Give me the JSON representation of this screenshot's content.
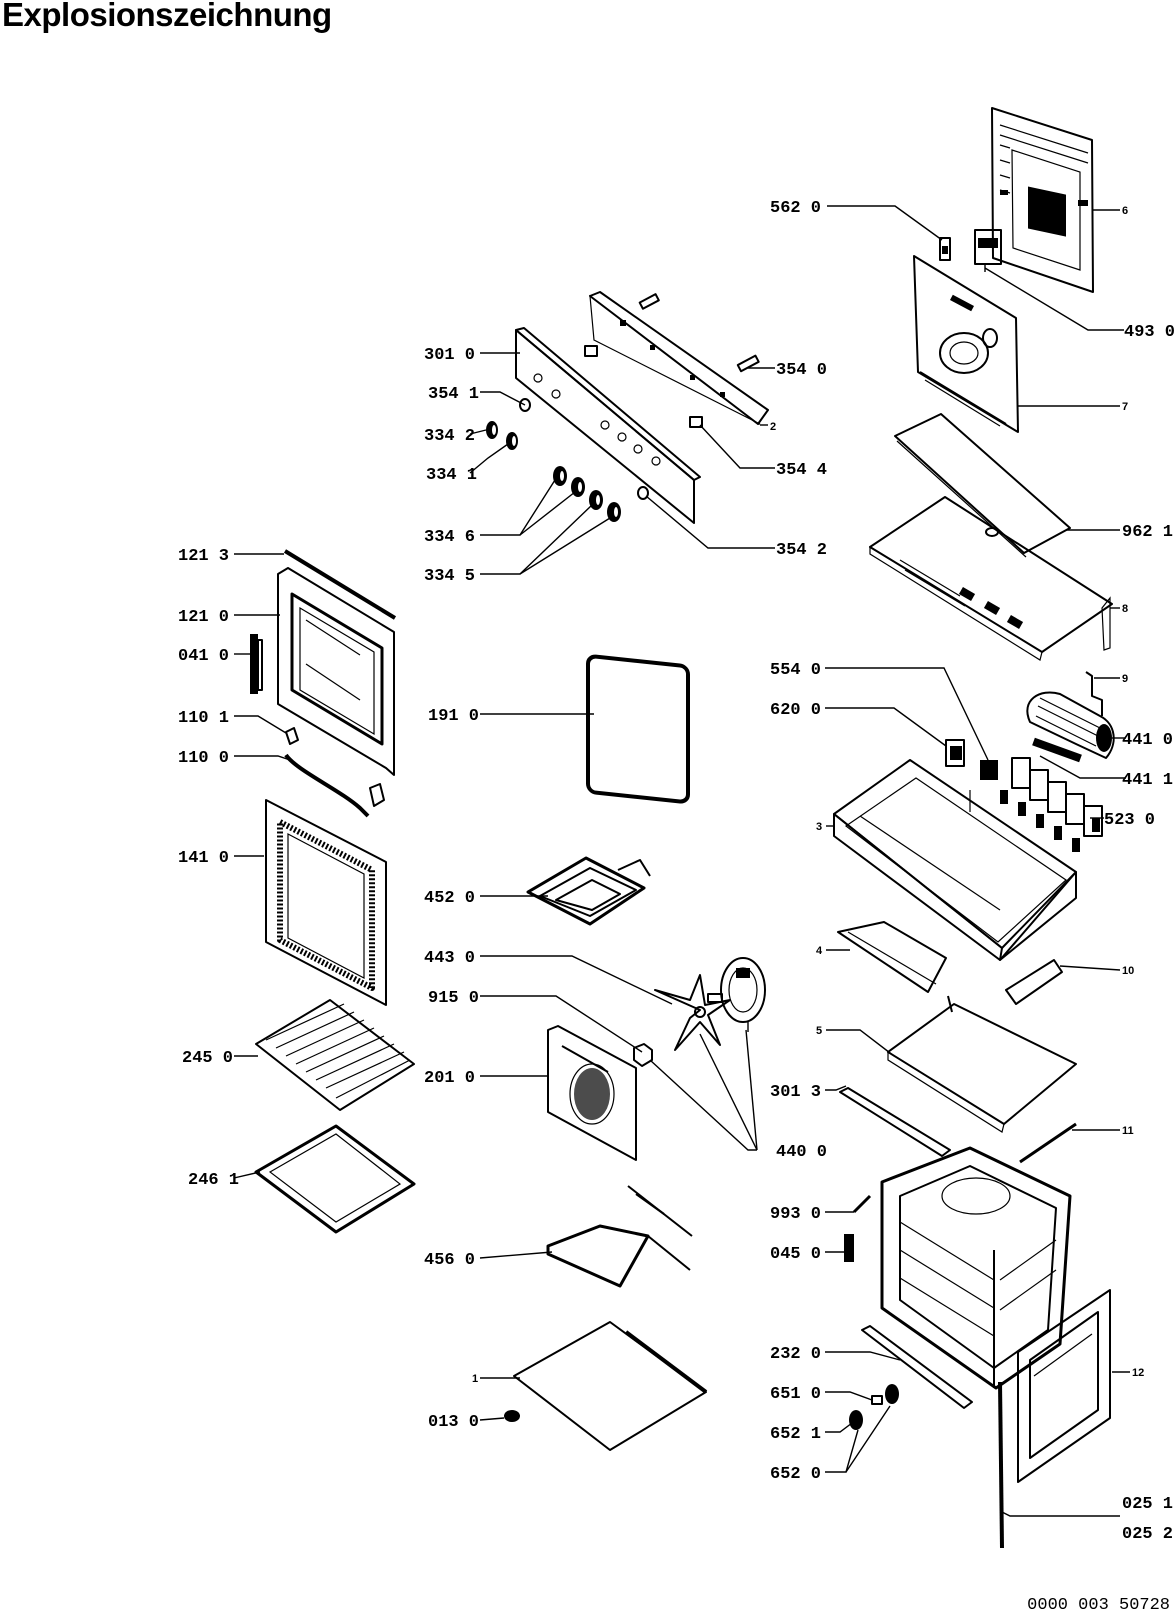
{
  "title": "Explosionszeichnung",
  "document_number": "0000 003 50728",
  "labels": [
    {
      "id": "562-0",
      "text": "562 0"
    },
    {
      "id": "493-0",
      "text": "493 0"
    },
    {
      "id": "301-0",
      "text": "301 0"
    },
    {
      "id": "354-0",
      "text": "354 0"
    },
    {
      "id": "354-1",
      "text": "354 1"
    },
    {
      "id": "334-2",
      "text": "334 2"
    },
    {
      "id": "334-1",
      "text": "334 1"
    },
    {
      "id": "354-4",
      "text": "354 4"
    },
    {
      "id": "334-6",
      "text": "334 6"
    },
    {
      "id": "334-5",
      "text": "334 5"
    },
    {
      "id": "354-2",
      "text": "354 2"
    },
    {
      "id": "962-1",
      "text": "962 1"
    },
    {
      "id": "121-3",
      "text": "121 3"
    },
    {
      "id": "121-0",
      "text": "121 0"
    },
    {
      "id": "041-0",
      "text": "041 0"
    },
    {
      "id": "110-1",
      "text": "110 1"
    },
    {
      "id": "110-0",
      "text": "110 0"
    },
    {
      "id": "191-0",
      "text": "191 0"
    },
    {
      "id": "554-0",
      "text": "554 0"
    },
    {
      "id": "620-0",
      "text": "620 0"
    },
    {
      "id": "441-0",
      "text": "441 0"
    },
    {
      "id": "441-1",
      "text": "441 1"
    },
    {
      "id": "523-0",
      "text": "523 0"
    },
    {
      "id": "141-0",
      "text": "141 0"
    },
    {
      "id": "452-0",
      "text": "452 0"
    },
    {
      "id": "443-0",
      "text": "443 0"
    },
    {
      "id": "915-0",
      "text": "915 0"
    },
    {
      "id": "245-0",
      "text": "245 0"
    },
    {
      "id": "201-0",
      "text": "201 0"
    },
    {
      "id": "301-3",
      "text": "301 3"
    },
    {
      "id": "440-0",
      "text": "440 0"
    },
    {
      "id": "246-1",
      "text": "246 1"
    },
    {
      "id": "993-0",
      "text": "993 0"
    },
    {
      "id": "045-0",
      "text": "045 0"
    },
    {
      "id": "456-0",
      "text": "456 0"
    },
    {
      "id": "232-0",
      "text": "232 0"
    },
    {
      "id": "651-0",
      "text": "651 0"
    },
    {
      "id": "652-1",
      "text": "652 1"
    },
    {
      "id": "652-0",
      "text": "652 0"
    },
    {
      "id": "013-0",
      "text": "013 0"
    },
    {
      "id": "025-1",
      "text": "025 1"
    },
    {
      "id": "025-2",
      "text": "025 2"
    }
  ],
  "small_labels": [
    {
      "id": "s6",
      "text": "6"
    },
    {
      "id": "s7",
      "text": "7"
    },
    {
      "id": "s2",
      "text": "2"
    },
    {
      "id": "s8",
      "text": "8"
    },
    {
      "id": "s9",
      "text": "9"
    },
    {
      "id": "s3",
      "text": "3"
    },
    {
      "id": "s4",
      "text": "4"
    },
    {
      "id": "s10",
      "text": "10"
    },
    {
      "id": "s5",
      "text": "5"
    },
    {
      "id": "s11",
      "text": "11"
    },
    {
      "id": "s12",
      "text": "12"
    },
    {
      "id": "s1",
      "text": "1"
    }
  ]
}
